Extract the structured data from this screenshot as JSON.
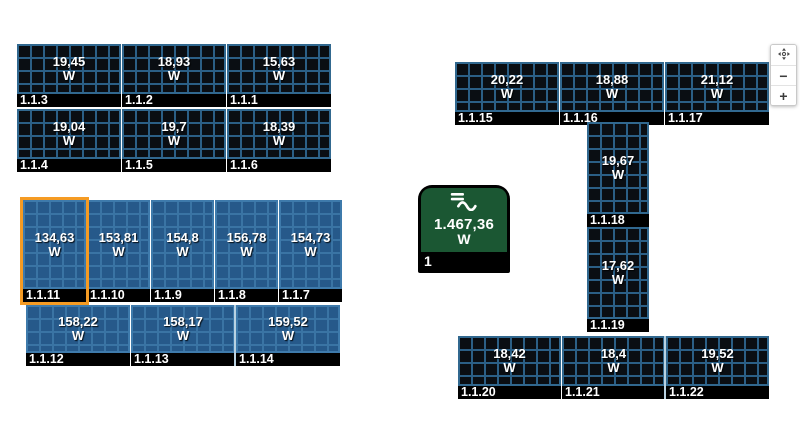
{
  "labels": {
    "watt_unit": "W"
  },
  "panels": {
    "p113": {
      "id": "1.1.3",
      "value": "19,45"
    },
    "p112": {
      "id": "1.1.2",
      "value": "18,93"
    },
    "p111": {
      "id": "1.1.1",
      "value": "15,63"
    },
    "p114": {
      "id": "1.1.4",
      "value": "19,04"
    },
    "p115": {
      "id": "1.1.5",
      "value": "19,7"
    },
    "p116": {
      "id": "1.1.6",
      "value": "18,39"
    },
    "p1111": {
      "id": "1.1.11",
      "value": "134,63",
      "selected": true
    },
    "p1110": {
      "id": "1.1.10",
      "value": "153,81"
    },
    "p119": {
      "id": "1.1.9",
      "value": "154,8"
    },
    "p118": {
      "id": "1.1.8",
      "value": "156,78"
    },
    "p117": {
      "id": "1.1.7",
      "value": "154,73"
    },
    "p1112": {
      "id": "1.1.12",
      "value": "158,22"
    },
    "p1113": {
      "id": "1.1.13",
      "value": "158,17"
    },
    "p1114": {
      "id": "1.1.14",
      "value": "159,52"
    },
    "p1115": {
      "id": "1.1.15",
      "value": "20,22"
    },
    "p1116": {
      "id": "1.1.16",
      "value": "18,88"
    },
    "p1117": {
      "id": "1.1.17",
      "value": "21,12"
    },
    "p1118": {
      "id": "1.1.18",
      "value": "19,67"
    },
    "p1119": {
      "id": "1.1.19",
      "value": "17,62"
    },
    "p1120": {
      "id": "1.1.20",
      "value": "18,42"
    },
    "p1121": {
      "id": "1.1.21",
      "value": "18,4"
    },
    "p1122": {
      "id": "1.1.22",
      "value": "19,52"
    }
  },
  "inverter": {
    "id": "1",
    "value": "1.467,36"
  },
  "zoom_controls": {
    "minus": "−",
    "plus": "+"
  },
  "colors": {
    "dark_panel_bg": "#0a0e13",
    "dark_grid_line": "#31688f",
    "light_panel_bg": "#26598a",
    "light_grid_line": "#3a74a4",
    "selected_border": "#f59b23",
    "inverter_green": "#1b5733",
    "label_bar": "#000000"
  }
}
